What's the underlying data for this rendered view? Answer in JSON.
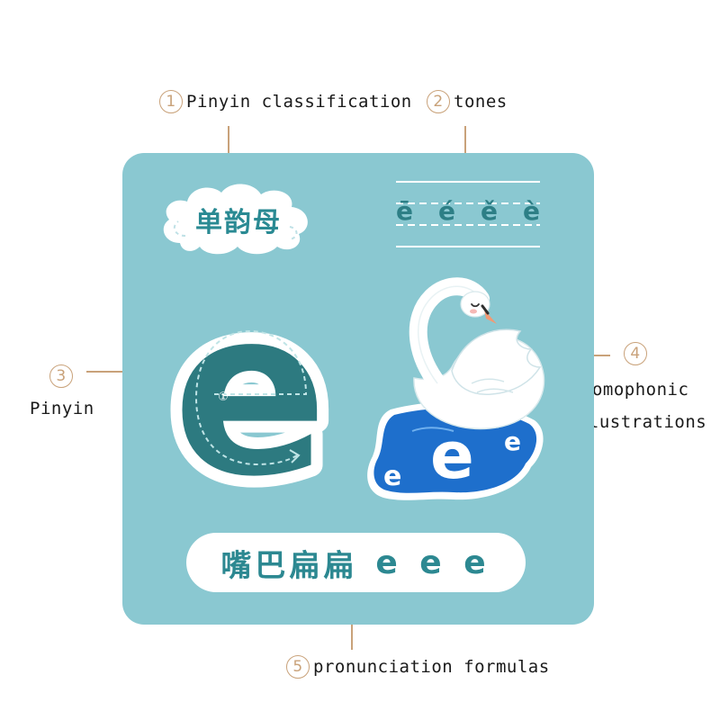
{
  "callouts": {
    "c1": {
      "num": "1",
      "text": "Pinyin classification"
    },
    "c2": {
      "num": "2",
      "text": "tones"
    },
    "c3": {
      "num": "3",
      "text": "Pinyin"
    },
    "c4": {
      "num": "4",
      "line1": "homophonic",
      "line2": "illustrations"
    },
    "c5": {
      "num": "5",
      "text": "pronunciation formulas"
    }
  },
  "card": {
    "classification": "单韵母",
    "tones": [
      "ē",
      "é",
      "ě",
      "è"
    ],
    "letter": "e",
    "stroke_number": "①",
    "illustration_letters": [
      "e",
      "e",
      "e"
    ],
    "rhyme_cn": "嘴巴扁扁",
    "rhyme_pinyin": "e e e"
  },
  "colors": {
    "card_bg": "#8ac8d1",
    "letter_fill": "#2d7a80",
    "accent_label": "#c9a27a",
    "water": "#1e6fcc"
  },
  "icons": [
    "cloud-icon",
    "swan-icon",
    "water-puddle-icon"
  ]
}
